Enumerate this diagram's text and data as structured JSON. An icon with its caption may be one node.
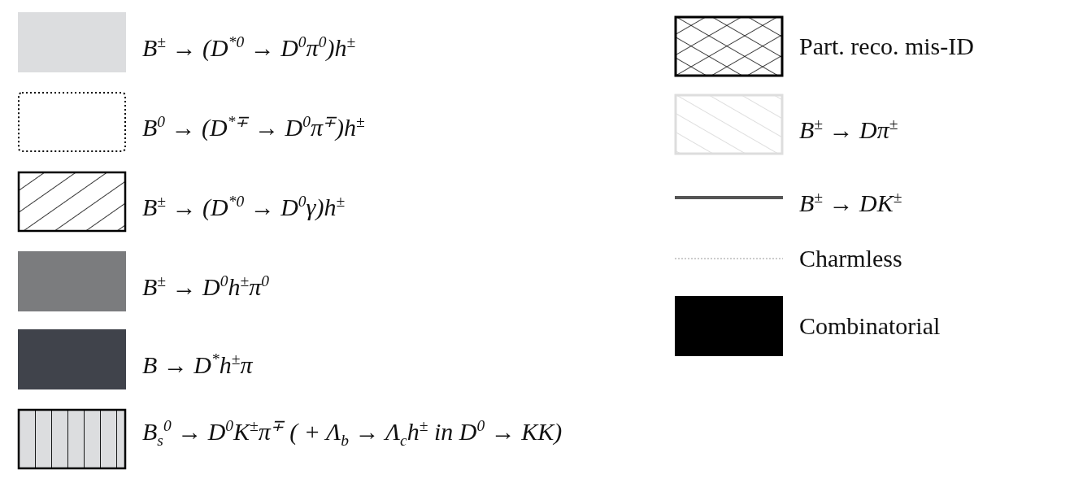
{
  "diagram": {
    "legend": [
      {
        "text": "B$^{±}$ → (D$^{*0}$ → D$^{0}$π$^{0}$)h$^{±}$",
        "color": "#dcdddf"
      },
      {
        "text": "B$^{0}$ → (D$^{*∓}$ → D$^{0}$π$^{∓}$)h$^{±}$"
      },
      {
        "text": "B$^{±}$ → (D$^{*0}$ → D$^{0}$γ)h$^{±}$"
      },
      {
        "text": "B$^{±}$ → D$^{0}$h$^{±}$π$^{0}$",
        "color": "#7b7c7e"
      },
      {
        "text": "B → D$^{*}$h$^{±}$π",
        "color": "#40434b"
      },
      {
        "text": "B$_{s}$$^{0}$ → D$^{0}$K$^{±}$π$^{∓}$ ( + Λ$_{b}$ → Λ$_{c}$h$^{±}$ in D$^{0}$ → KK)"
      },
      {
        "text": "Part. reco. mis-ID"
      },
      {
        "text": "B$^{±}$ → Dπ$^{±}$"
      },
      {
        "text": "B$^{±}$ → DK$^{±}$"
      },
      {
        "text": "Charmless"
      },
      {
        "text": "Combinatorial",
        "color": "#000000"
      }
    ]
  }
}
